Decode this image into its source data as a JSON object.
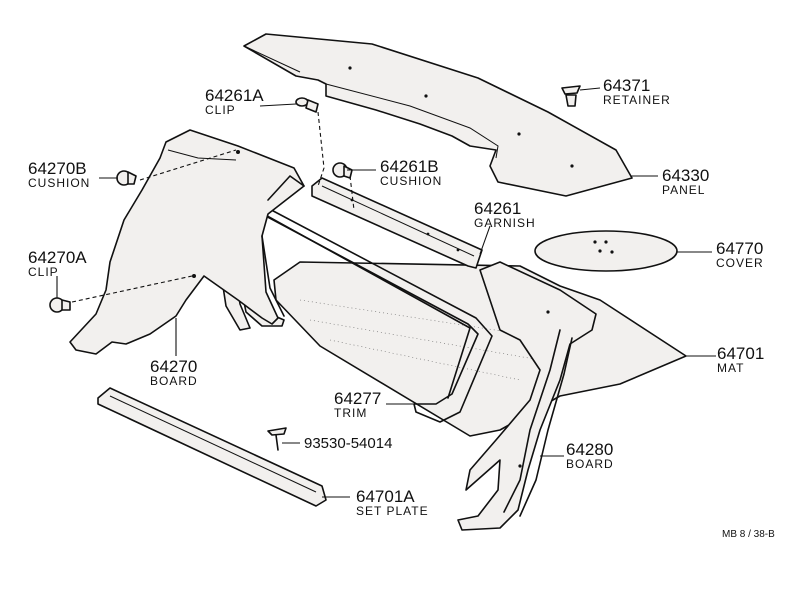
{
  "diagram_ref": "MB 8 / 38-B",
  "parts": [
    {
      "id": "64261A",
      "name": "CLIP"
    },
    {
      "id": "64371",
      "name": "RETAINER"
    },
    {
      "id": "64270B",
      "name": "CUSHION"
    },
    {
      "id": "64261B",
      "name": "CUSHION"
    },
    {
      "id": "64330",
      "name": "PANEL"
    },
    {
      "id": "64261",
      "name": "GARNISH"
    },
    {
      "id": "64770",
      "name": "COVER"
    },
    {
      "id": "64270A",
      "name": "CLIP"
    },
    {
      "id": "64701",
      "name": "MAT"
    },
    {
      "id": "64270",
      "name": "BOARD"
    },
    {
      "id": "64277",
      "name": "TRIM"
    },
    {
      "id": "93530-54014",
      "name": ""
    },
    {
      "id": "64280",
      "name": "BOARD"
    },
    {
      "id": "64701A",
      "name": "SET PLATE"
    }
  ]
}
